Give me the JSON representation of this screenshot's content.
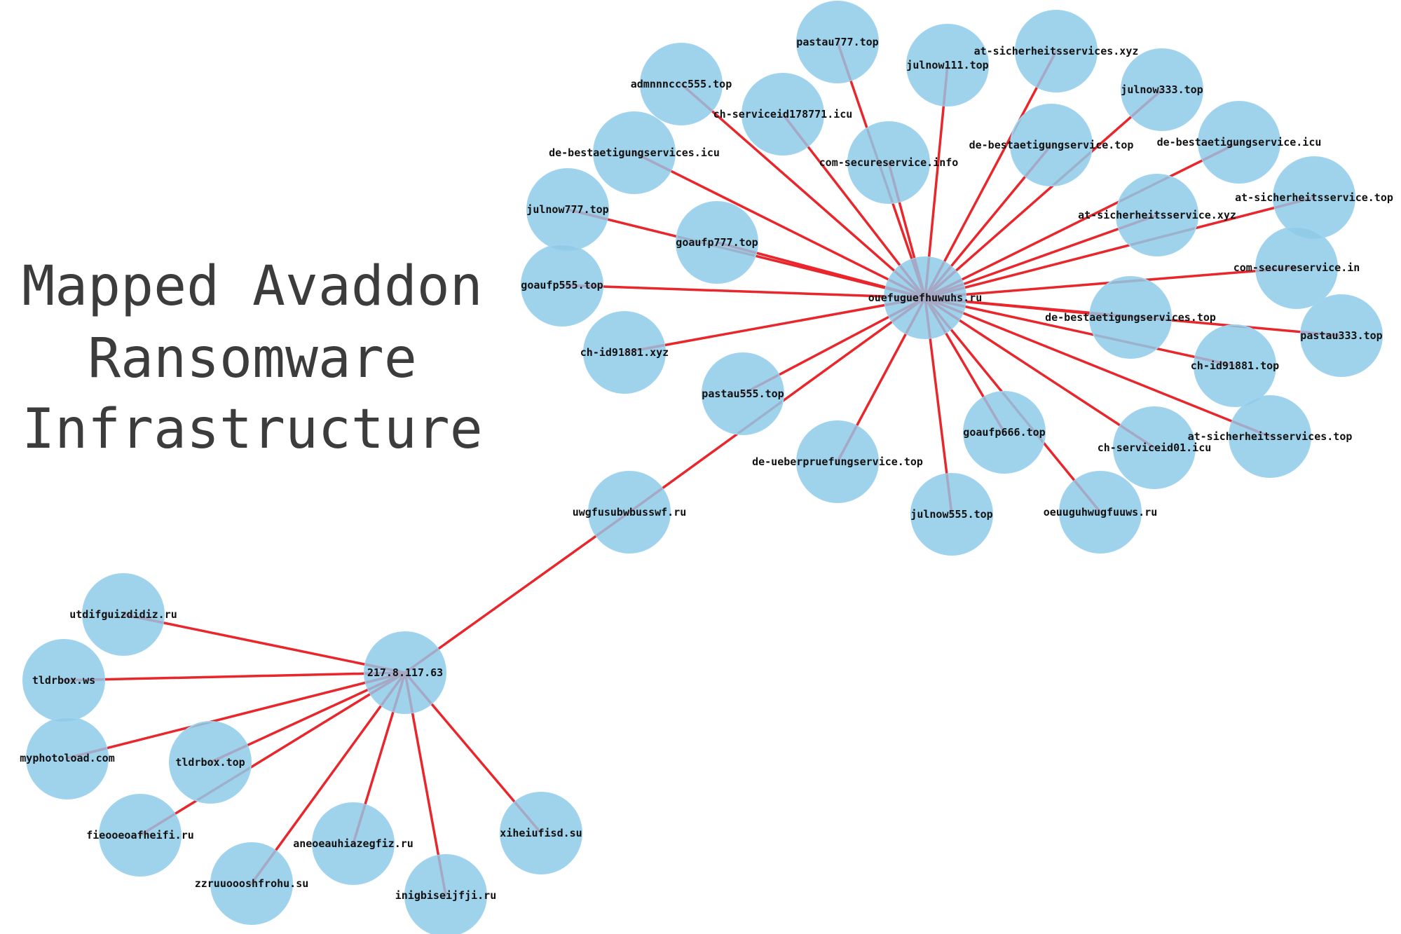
{
  "title": {
    "lines": [
      "Mapped Avaddon",
      "Ransomware",
      "Infrastructure"
    ]
  },
  "colors": {
    "node_fill": "#8ecae8",
    "node_stroke": "#9fd3ee",
    "edge": "#e8262b",
    "edge_overlay": "#a7a8c4",
    "title": "#3c3c3c",
    "label": "#111111"
  },
  "nodes": [
    {
      "id": "hub1",
      "label": "ouefuguefhuwuhs.ru"
    },
    {
      "id": "hub2",
      "label": "217.8.117.63"
    },
    {
      "id": "n_pastau777",
      "label": "pastau777.top"
    },
    {
      "id": "n_julnow111",
      "label": "julnow111.top"
    },
    {
      "id": "n_atsich_xyz",
      "label": "at-sicherheitsservices.xyz"
    },
    {
      "id": "n_julnow333",
      "label": "julnow333.top"
    },
    {
      "id": "n_admnn",
      "label": "admnnnccc555.top"
    },
    {
      "id": "n_chsid178771",
      "label": "ch-serviceid178771.icu"
    },
    {
      "id": "n_debest_top1",
      "label": "de-bestaetigungservice.top"
    },
    {
      "id": "n_debest_icu2",
      "label": "de-bestaetigungservice.icu"
    },
    {
      "id": "n_debest_icu",
      "label": "de-bestaetigungservices.icu"
    },
    {
      "id": "n_comsec_info",
      "label": "com-secureservice.info"
    },
    {
      "id": "n_atsich_top2",
      "label": "at-sicherheitsservice.top"
    },
    {
      "id": "n_julnow777",
      "label": "julnow777.top"
    },
    {
      "id": "n_atsich_xyz2",
      "label": "at-sicherheitsservice.xyz"
    },
    {
      "id": "n_goaufp777",
      "label": "goaufp777.top"
    },
    {
      "id": "n_comsec_in",
      "label": "com-secureservice.in"
    },
    {
      "id": "n_goaufp555",
      "label": "goaufp555.top"
    },
    {
      "id": "n_debest_top2",
      "label": "de-bestaetigungservices.top"
    },
    {
      "id": "n_pastau333",
      "label": "pastau333.top"
    },
    {
      "id": "n_chid_xyz",
      "label": "ch-id91881.xyz"
    },
    {
      "id": "n_chid_top",
      "label": "ch-id91881.top"
    },
    {
      "id": "n_pastau555",
      "label": "pastau555.top"
    },
    {
      "id": "n_goaufp666",
      "label": "goaufp666.top"
    },
    {
      "id": "n_atsich_top3",
      "label": "at-sicherheitsservices.top"
    },
    {
      "id": "n_chsid01",
      "label": "ch-serviceid01.icu"
    },
    {
      "id": "n_deueber",
      "label": "de-ueberpruefungservice.top"
    },
    {
      "id": "n_julnow555",
      "label": "julnow555.top"
    },
    {
      "id": "n_oeuug",
      "label": "oeuuguhwugfuuws.ru"
    },
    {
      "id": "n_uwgfu",
      "label": "uwgfusubwbusswf.ru"
    },
    {
      "id": "n_utdif",
      "label": "utdifguizdidiz.ru"
    },
    {
      "id": "n_tldr_ws",
      "label": "tldrbox.ws"
    },
    {
      "id": "n_myphoto",
      "label": "myphotoload.com"
    },
    {
      "id": "n_tldr_top",
      "label": "tldrbox.top"
    },
    {
      "id": "n_fieoo",
      "label": "fieooeoafheifi.ru"
    },
    {
      "id": "n_xiheiu",
      "label": "xiheiufisd.su"
    },
    {
      "id": "n_aneoe",
      "label": "aneoeauhiazegfiz.ru"
    },
    {
      "id": "n_zzruu",
      "label": "zzruuoooshfrohu.su"
    },
    {
      "id": "n_inigb",
      "label": "inigbiseijfji.ru"
    }
  ],
  "edges": [
    [
      "hub1",
      "n_pastau777"
    ],
    [
      "hub1",
      "n_julnow111"
    ],
    [
      "hub1",
      "n_atsich_xyz"
    ],
    [
      "hub1",
      "n_julnow333"
    ],
    [
      "hub1",
      "n_admnn"
    ],
    [
      "hub1",
      "n_chsid178771"
    ],
    [
      "hub1",
      "n_debest_top1"
    ],
    [
      "hub1",
      "n_debest_icu2"
    ],
    [
      "hub1",
      "n_debest_icu"
    ],
    [
      "hub1",
      "n_comsec_info"
    ],
    [
      "hub1",
      "n_atsich_top2"
    ],
    [
      "hub1",
      "n_julnow777"
    ],
    [
      "hub1",
      "n_atsich_xyz2"
    ],
    [
      "hub1",
      "n_goaufp777"
    ],
    [
      "hub1",
      "n_comsec_in"
    ],
    [
      "hub1",
      "n_goaufp555"
    ],
    [
      "hub1",
      "n_debest_top2"
    ],
    [
      "hub1",
      "n_pastau333"
    ],
    [
      "hub1",
      "n_chid_xyz"
    ],
    [
      "hub1",
      "n_chid_top"
    ],
    [
      "hub1",
      "n_pastau555"
    ],
    [
      "hub1",
      "n_goaufp666"
    ],
    [
      "hub1",
      "n_atsich_top3"
    ],
    [
      "hub1",
      "n_chsid01"
    ],
    [
      "hub1",
      "n_deueber"
    ],
    [
      "hub1",
      "n_julnow555"
    ],
    [
      "hub1",
      "n_oeuug"
    ],
    [
      "hub1",
      "n_uwgfu"
    ],
    [
      "n_uwgfu",
      "hub2"
    ],
    [
      "hub2",
      "n_utdif"
    ],
    [
      "hub2",
      "n_tldr_ws"
    ],
    [
      "hub2",
      "n_myphoto"
    ],
    [
      "hub2",
      "n_tldr_top"
    ],
    [
      "hub2",
      "n_fieoo"
    ],
    [
      "hub2",
      "n_xiheiu"
    ],
    [
      "hub2",
      "n_aneoe"
    ],
    [
      "hub2",
      "n_zzruu"
    ],
    [
      "hub2",
      "n_inigb"
    ]
  ]
}
